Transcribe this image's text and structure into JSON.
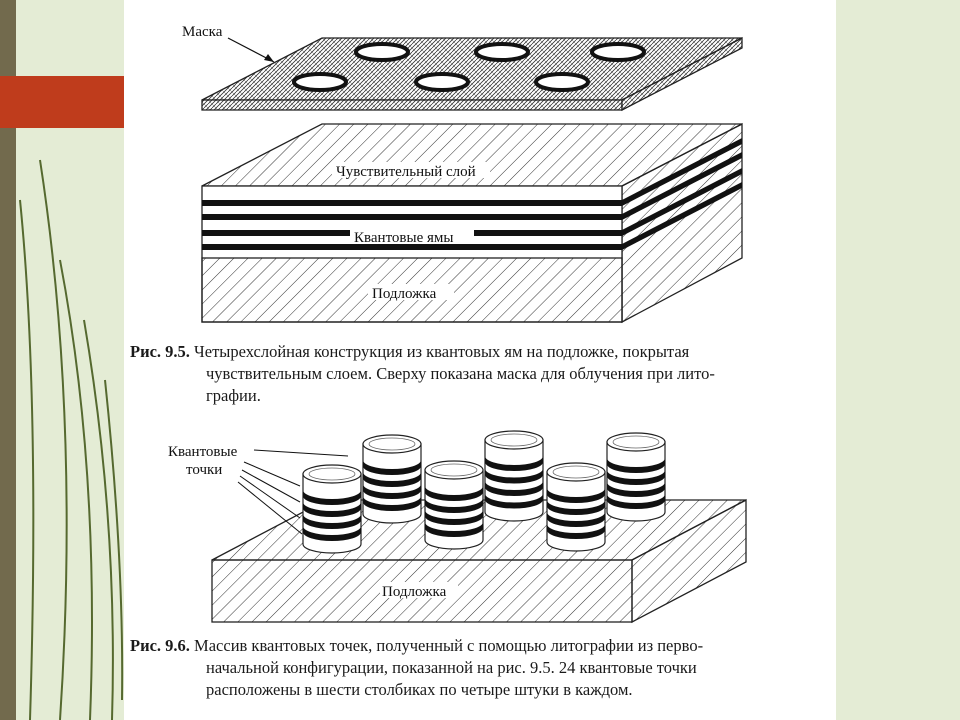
{
  "fig1": {
    "mask_label": "Маска",
    "sensitive_label": "Чувствительный слой",
    "wells_label": "Квантовые ямы",
    "substrate_label": "Подложка"
  },
  "caption1": {
    "num": "Рис. 9.5.",
    "line1": "Четырехслойная конструкция из квантовых ям на подложке, покрытая",
    "line2": "чувствительным слоем. Сверху показана маска для облучения при лито-",
    "line3": "графии."
  },
  "fig2": {
    "dots_label_1": "Квантовые",
    "dots_label_2": "точки",
    "substrate_label": "Подложка"
  },
  "caption2": {
    "num": "Рис. 9.6.",
    "line1": "Массив квантовых точек, полученный с помощью литографии из перво-",
    "line2": "начальной конфигурации, показанной на рис. 9.5. 24 квантовые точки",
    "line3": "расположены в шести столбиках по четыре штуки в каждом."
  }
}
